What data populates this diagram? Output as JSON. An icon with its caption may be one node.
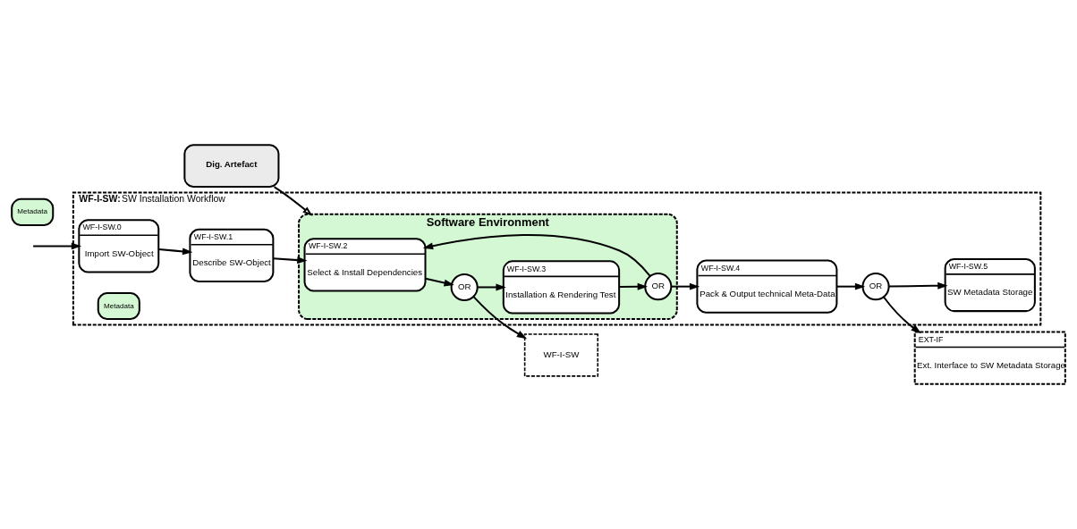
{
  "diagram": {
    "nodes": [
      {
        "text": [
          "WF-I-SW:",
          "SW Installation Workflow"
        ]
      },
      {
        "text": [
          "WF-I-SW.0",
          "Import SW-Object"
        ],
        "in": 0
      },
      {
        "text": [
          "WF-I-SW.1",
          "Describe SW-Object"
        ],
        "in": 0
      },
      {
        "text": [
          "Software Environment"
        ],
        "in": 0
      },
      {
        "text": [
          "WF-I-SW.2",
          "Select & Install Dependencies"
        ],
        "in": 3
      },
      {
        "text": [
          "OR"
        ],
        "in": 3
      },
      {
        "text": [
          "WF-I-SW.3",
          "Installation & Rendering Test"
        ],
        "in": 3
      },
      {
        "text": [
          "OR"
        ],
        "in": 3
      },
      {
        "text": [
          "WF-I-SW.4",
          "Pack & Output technical Meta-Data"
        ],
        "in": 0
      },
      {
        "text": [
          "OR"
        ],
        "in": 0
      },
      {
        "text": [
          "Metadata"
        ]
      },
      {
        "text": [
          "Metadata"
        ],
        "in": 0
      },
      {
        "text": [
          "WF-I-SW.5",
          "SW Metadata Storage"
        ],
        "in": 0
      },
      {
        "text": [
          "EXT-IF",
          "Ext. Interface to SW Metadata Storage"
        ]
      },
      {
        "text": [
          "WF-I-SW"
        ]
      },
      {
        "text": [
          "Dig. Artefact"
        ]
      }
    ],
    "edges": [
      {
        "from": null,
        "to": 1,
        "arrow": "to"
      },
      {
        "from": 1,
        "to": 2,
        "arrow": "to"
      },
      {
        "from": 2,
        "to": 4,
        "arrow": "to"
      },
      {
        "from": 4,
        "to": 5,
        "arrow": "to"
      },
      {
        "from": 5,
        "to": 6,
        "arrow": "to"
      },
      {
        "from": 6,
        "to": 7,
        "arrow": "to"
      },
      {
        "from": 7,
        "to": 4,
        "arrow": "to"
      },
      {
        "from": 7,
        "to": 8,
        "arrow": "to"
      },
      {
        "from": 8,
        "to": 9,
        "arrow": "to"
      },
      {
        "from": 9,
        "to": 13,
        "arrow": "to"
      },
      {
        "from": 9,
        "to": 12,
        "arrow": "to"
      },
      {
        "from": 5,
        "to": 14,
        "arrow": "to"
      },
      {
        "from": 15,
        "to": 3,
        "arrow": "to"
      }
    ]
  }
}
